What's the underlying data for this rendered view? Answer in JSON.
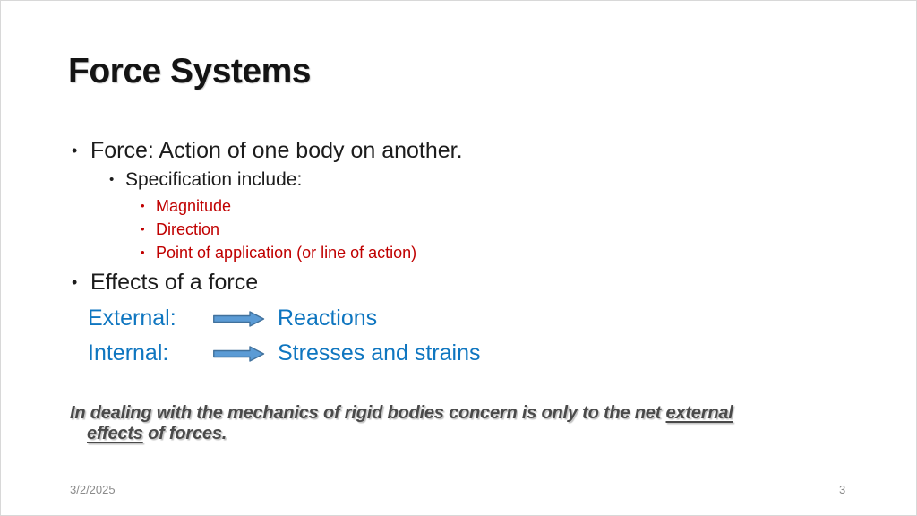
{
  "bullet_char": "•",
  "title": "Force Systems",
  "content": {
    "force_line": "Force: Action of one body on another.",
    "spec_line": "Specification include:",
    "spec_items": [
      "Magnitude",
      "Direction",
      "Point of application (or line of action)"
    ],
    "effects_line": "Effects of a force",
    "effects_rows": [
      {
        "label": "External:",
        "result": "Reactions"
      },
      {
        "label": "Internal:",
        "result": "Stresses and strains"
      }
    ]
  },
  "note": {
    "line1": "In dealing with the mechanics of rigid bodies concern is only to the net ",
    "line1_underlined": "external",
    "line2_underlined": "effects",
    "line2": " of forces."
  },
  "footer": {
    "date": "3/2/2025",
    "slide_number": "3"
  },
  "icons": {
    "effects_arrow": "right-block-arrow"
  },
  "colors": {
    "title_text": "#141414",
    "body_text": "#1c1c1c",
    "red_text": "#C00000",
    "blue_text": "#0F76C0",
    "arrow_fill": "#5B9BD5",
    "arrow_stroke": "#41719C",
    "note_text": "#4a4a4a",
    "footer_text": "#8a8a8a"
  }
}
